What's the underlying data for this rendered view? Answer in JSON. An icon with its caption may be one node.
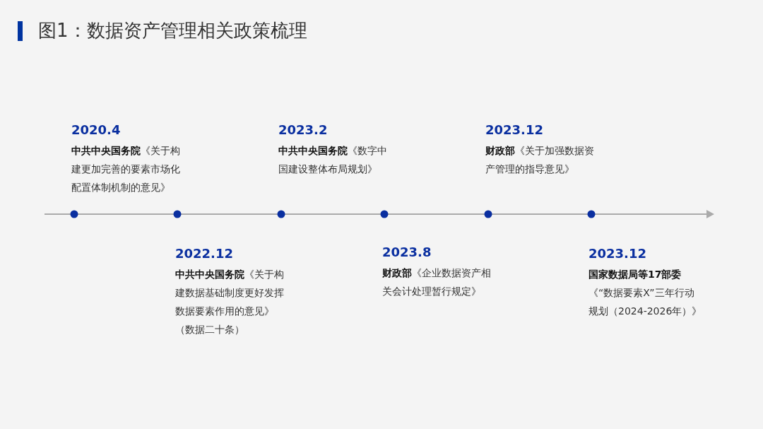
{
  "diagram": {
    "title": "图1：数据资产管理相关政策梳理",
    "nodes": [
      {
        "text": [
          "2020.4",
          "**中共中央国务院**《关于构建更加完善的要素市场化配置体制机制的意见》"
        ]
      },
      {
        "text": [
          "2022.12",
          "**中共中央国务院**《关于构建数据基础制度更好发挥数据要素作用的意见》（数据二十条）"
        ]
      },
      {
        "text": [
          "2023.2",
          "**中共中央国务院**《数字中国建设整体布局规划》"
        ]
      },
      {
        "text": [
          "2023.8",
          "**财政部**《企业数据资产相关会计处理暂行规定》"
        ]
      },
      {
        "text": [
          "2023.12",
          "**财政部**《关于加强数据资产管理的指导意见》"
        ]
      },
      {
        "text": [
          "2023.12",
          "**国家数据局等17部委**《“数据要素X”三年行动规划（2024-2026年）》"
        ]
      }
    ]
  }
}
